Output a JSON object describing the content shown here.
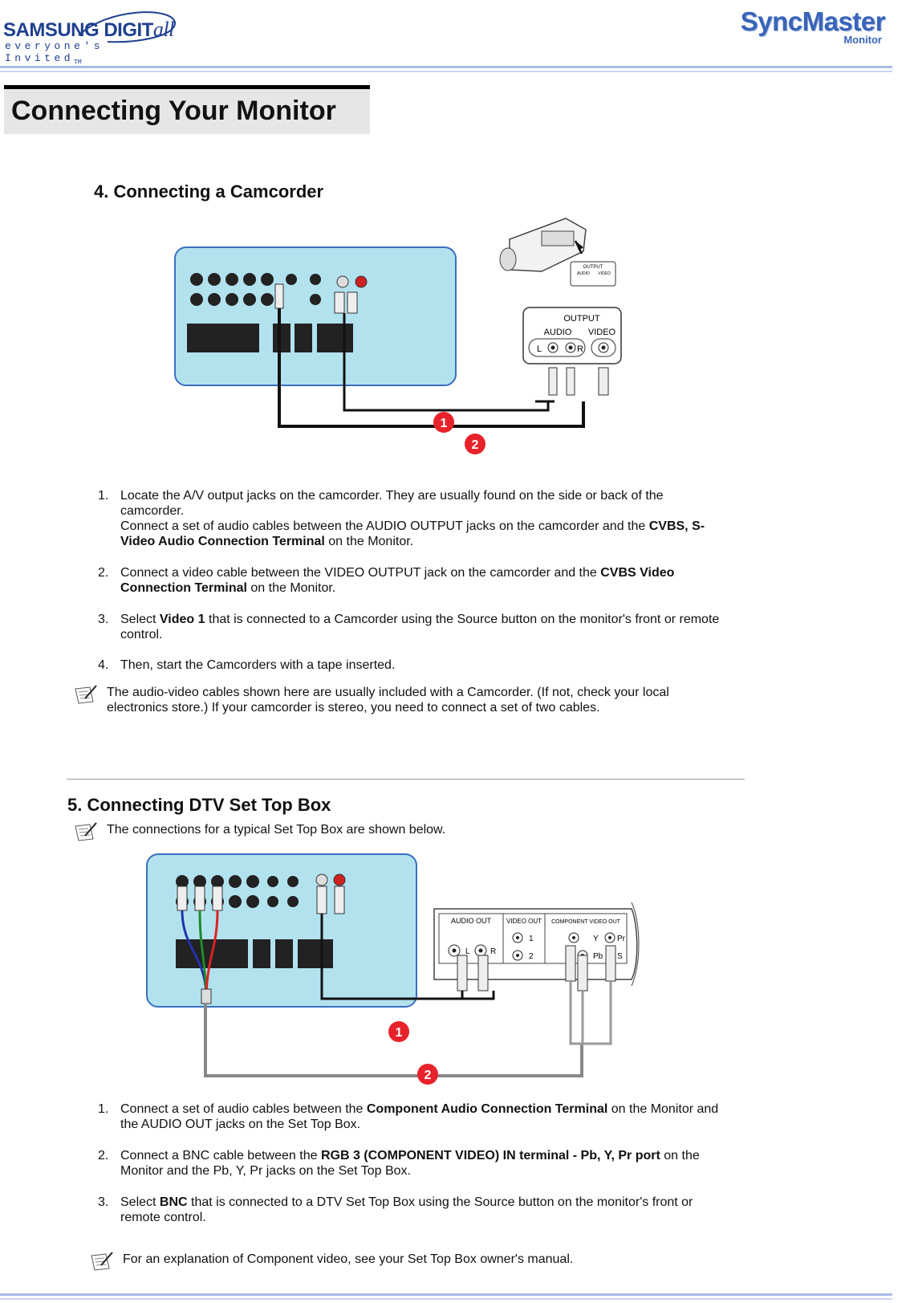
{
  "header": {
    "brand_main": "SAMSUNG DIGIT",
    "brand_all": "all",
    "brand_tagline": "everyone's Invited",
    "brand_tm": "TM",
    "product_logo": "SyncMaster",
    "product_logo_sub": "Monitor"
  },
  "page_title": "Connecting Your Monitor",
  "section4": {
    "heading": "4. Connecting a Camcorder",
    "diagram": {
      "camcorder_panel_label_output": "OUTPUT",
      "camcorder_panel_label_audio": "AUDIO",
      "camcorder_panel_label_video": "VIDEO",
      "zoom_output": "OUTPUT",
      "zoom_audio": "AUDIO",
      "zoom_video": "VIDEO",
      "zoom_l": "L",
      "zoom_r": "R",
      "marker1": "1",
      "marker2": "2"
    },
    "steps": [
      {
        "num": "1.",
        "t1": "Locate the A/V output jacks on the camcorder. They are usually found on the side or back of the camcorder.",
        "t2": "Connect a set of audio cables between the AUDIO OUTPUT jacks on the camcorder and the ",
        "bold": "CVBS, S-Video Audio Connection Terminal",
        "t3": " on the Monitor."
      },
      {
        "num": "2.",
        "t1": "Connect a video cable between the VIDEO OUTPUT jack on the camcorder and the ",
        "bold": "CVBS Video Connection Terminal",
        "t3": " on the Monitor."
      },
      {
        "num": "3.",
        "t1": "Select ",
        "bold": "Video 1",
        "t3": " that is connected to a Camcorder using the Source button on the monitor's front or remote control."
      },
      {
        "num": "4.",
        "t1": "Then, start the Camcorders with a tape inserted."
      }
    ],
    "note": "The audio-video cables shown here are usually included with a Camcorder. (If not, check your local electronics store.) If your camcorder is stereo, you need to connect a set of two cables."
  },
  "section5": {
    "heading": "5. Connecting DTV Set Top Box",
    "note_top": "The connections for a typical Set Top Box are shown below.",
    "diagram": {
      "audio_out": "AUDIO OUT",
      "video_out": "VIDEO OUT",
      "component_video_out": "COMPONENT VIDEO OUT",
      "l": "L",
      "r": "R",
      "v1": "1",
      "v2": "2",
      "y": "Y",
      "pb": "Pb",
      "pr": "Pr",
      "s": "S",
      "marker1": "1",
      "marker2": "2"
    },
    "steps": [
      {
        "num": "1.",
        "t1": "Connect a set of audio cables between the ",
        "bold": "Component Audio Connection Terminal",
        "t3": " on the Monitor and the AUDIO OUT jacks on the Set Top Box."
      },
      {
        "num": "2.",
        "t1": "Connect a BNC cable between the ",
        "bold": "RGB 3 (COMPONENT VIDEO) IN terminal - Pb, Y, Pr port",
        "t3": " on the Monitor and the Pb, Y, Pr jacks on the Set Top Box."
      },
      {
        "num": "3.",
        "t1": "Select ",
        "bold": "BNC",
        "t3": " that is connected to a DTV Set Top Box using the Source button on the monitor's front or remote control."
      }
    ],
    "note_bottom": "For an explanation of Component video, see your Set Top Box owner's manual."
  },
  "colors": {
    "panel_fill": "#b3e2ef",
    "panel_stroke": "#3a6fbf",
    "marker_red": "#e8222a",
    "rule_blue": "#a8bde8",
    "brand_blue": "#1f3f8f"
  },
  "icons": [
    "note-icon",
    "camcorder-icon"
  ]
}
